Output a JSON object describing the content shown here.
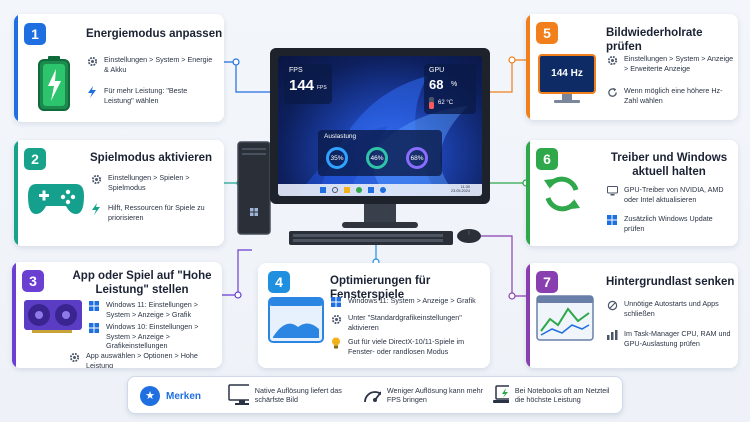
{
  "colors": {
    "c1": "#1f6fe0",
    "c2": "#16a38a",
    "c3": "#6a3fd1",
    "c4": "#1f8fe0",
    "c5": "#f07f1c",
    "c6": "#2ea84a",
    "c7": "#8a3fb0"
  },
  "card1": {
    "num": "1",
    "title": "Energiemodus anpassen",
    "r1": "Einstellungen > System > Energie & Akku",
    "r2": "Für mehr Leistung: \"Beste Leistung\" wählen"
  },
  "card2": {
    "num": "2",
    "title": "Spielmodus aktivieren",
    "r1": "Einstellungen > Spielen > Spielmodus",
    "r2": "Hilft, Ressourcen für Spiele zu priorisieren"
  },
  "card3": {
    "num": "3",
    "title": "App oder Spiel auf \"Hohe Leistung\" stellen",
    "r1": "Windows 11: Einstellungen > System > Anzeige > Grafik",
    "r2": "Windows 10: Einstellungen > System > Anzeige > Grafikeinstellungen",
    "r3": "App auswählen > Optionen > Hohe Leistung"
  },
  "card4": {
    "num": "4",
    "title": "Optimierungen für Fensterspiele",
    "r1": "Windows 11: System > Anzeige > Grafik",
    "r2": "Unter \"Standardgrafikeinstellungen\" aktivieren",
    "r3": "Gut für viele DirectX-10/11-Spiele im Fenster- oder randlosen Modus"
  },
  "card5": {
    "num": "5",
    "title": "Bildwiederholrate prüfen",
    "r1": "Einstellungen > System > Anzeige > Erweiterte Anzeige",
    "r2": "Wenn möglich eine höhere Hz-Zahl wählen",
    "hz": "144 Hz"
  },
  "card6": {
    "num": "6",
    "title": "Treiber und Windows aktuell halten",
    "r1": "GPU-Treiber von NVIDIA, AMD oder Intel aktualisieren",
    "r2": "Zusätzlich Windows Update prüfen"
  },
  "card7": {
    "num": "7",
    "title": "Hintergrundlast senken",
    "r1": "Unnötige Autostarts und Apps schließen",
    "r2": "Im Task-Manager CPU, RAM und GPU-Auslastung prüfen"
  },
  "monitor": {
    "fps_label": "FPS",
    "fps_value": "144",
    "fps_unit": "FPS",
    "gpu_label": "GPU",
    "gpu_value": "68",
    "gpu_unit": "%",
    "gpu_temp": "62 °C",
    "usage_label": "Auslastung",
    "ring1": "35%",
    "ring2": "46%",
    "ring3": "68%",
    "clock": "11:30",
    "date": "23.05.2024"
  },
  "bottom": {
    "merken": "Merken",
    "b1": "Native Auflösung liefert das schärfste Bild",
    "b2": "Weniger Auflösung kann mehr FPS bringen",
    "b3": "Bei Notebooks oft am Netzteil die höchste Leistung"
  }
}
